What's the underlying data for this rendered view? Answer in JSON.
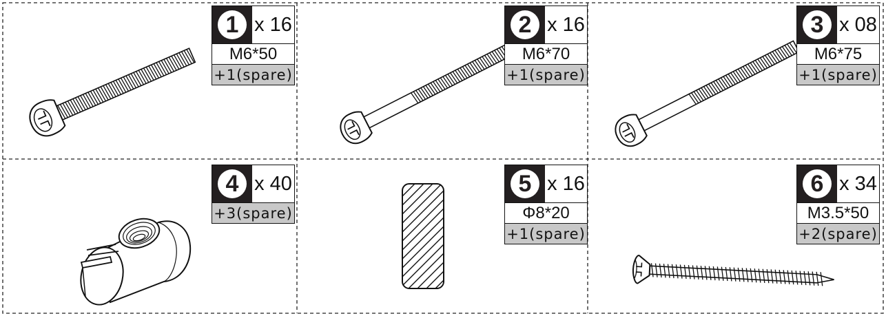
{
  "parts": [
    {
      "number": "1",
      "quantity": "x 16",
      "size": "M6*50",
      "spare": "+1(spare)",
      "icon": "pan-head-machine-screw-icon"
    },
    {
      "number": "2",
      "quantity": "x 16",
      "size": "M6*70",
      "spare": "+1(spare)",
      "icon": "pan-head-machine-screw-icon"
    },
    {
      "number": "3",
      "quantity": "x 08",
      "size": "M6*75",
      "spare": "+1(spare)",
      "icon": "pan-head-machine-screw-icon"
    },
    {
      "number": "4",
      "quantity": "x 40",
      "size": "",
      "spare": "+3(spare)",
      "icon": "barrel-nut-icon"
    },
    {
      "number": "5",
      "quantity": "x 16",
      "size": "Φ8*20",
      "spare": "+1(spare)",
      "icon": "wooden-dowel-icon"
    },
    {
      "number": "6",
      "quantity": "x 34",
      "size": "M3.5*50",
      "spare": "+2(spare)",
      "icon": "countersunk-wood-screw-icon"
    }
  ],
  "colors": {
    "label_dark": "#231f20",
    "spare_fill": "#c8c8c8",
    "border": "#111111"
  }
}
